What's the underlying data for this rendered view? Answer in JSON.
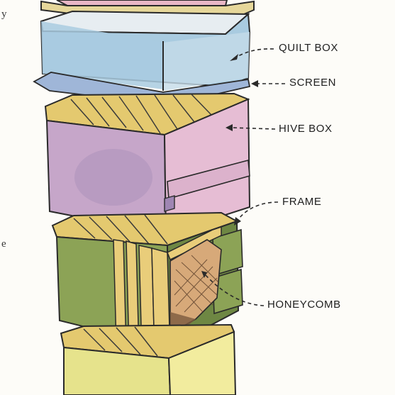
{
  "labels": {
    "quilt_box": "QUILT BOX",
    "screen": "SCREEN",
    "hive_box": "HIVE BOX",
    "frame": "FRAME",
    "honeycomb": "HONEYCOMB"
  },
  "edge_fragments": {
    "top": "y",
    "bottom": "e"
  },
  "colors": {
    "outline": "#2a2a2a",
    "roof_pink": "#e9b7c6",
    "roof_lid": "#e6d79a",
    "quilt_blue": "#a9cbe0",
    "quilt_top": "#e7edf1",
    "screen_blue": "#9fb6d8",
    "hive_purple": "#c6a6c9",
    "hive_dark": "#9f86b3",
    "slat_yellow": "#e4c96f",
    "box_green": "#8ca356",
    "box_green_dark": "#6e8743",
    "frame_wood": "#e9cd7a",
    "comb_tan": "#d7a979",
    "bottom_yellow": "#e6e38c"
  }
}
